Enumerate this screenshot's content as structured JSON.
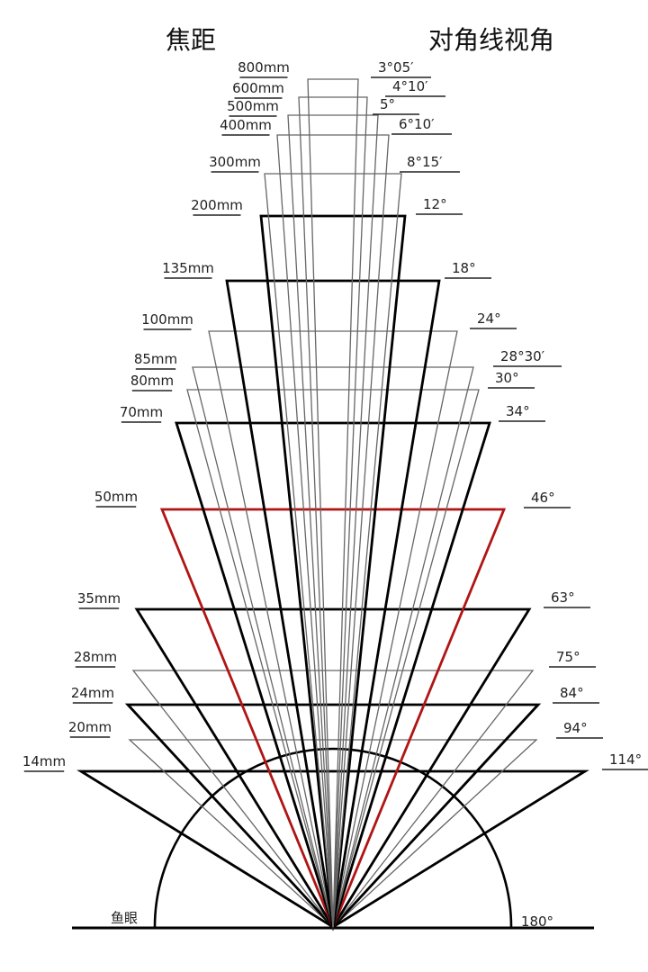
{
  "header": {
    "left_title": "焦距",
    "right_title": "对角线视角"
  },
  "lenses": [
    {
      "focal": "800mm",
      "angle": "3°05′",
      "weight": "thin",
      "color": "#666666"
    },
    {
      "focal": "600mm",
      "angle": "4°10′",
      "weight": "thin",
      "color": "#666666"
    },
    {
      "focal": "500mm",
      "angle": "5°",
      "weight": "thin",
      "color": "#666666"
    },
    {
      "focal": "400mm",
      "angle": "6°10′",
      "weight": "thin",
      "color": "#666666"
    },
    {
      "focal": "300mm",
      "angle": "8°15′",
      "weight": "thin",
      "color": "#666666"
    },
    {
      "focal": "200mm",
      "angle": "12°",
      "weight": "bold",
      "color": "#000000"
    },
    {
      "focal": "135mm",
      "angle": "18°",
      "weight": "bold",
      "color": "#000000"
    },
    {
      "focal": "100mm",
      "angle": "24°",
      "weight": "thin",
      "color": "#666666"
    },
    {
      "focal": "85mm",
      "angle": "28°30′",
      "weight": "thin",
      "color": "#666666"
    },
    {
      "focal": "80mm",
      "angle": "30°",
      "weight": "thin",
      "color": "#666666"
    },
    {
      "focal": "70mm",
      "angle": "34°",
      "weight": "bold",
      "color": "#000000"
    },
    {
      "focal": "50mm",
      "angle": "46°",
      "weight": "bold",
      "color": "#b01515"
    },
    {
      "focal": "35mm",
      "angle": "63°",
      "weight": "bold",
      "color": "#000000"
    },
    {
      "focal": "28mm",
      "angle": "75°",
      "weight": "thin",
      "color": "#666666"
    },
    {
      "focal": "24mm",
      "angle": "84°",
      "weight": "bold",
      "color": "#000000"
    },
    {
      "focal": "20mm",
      "angle": "94°",
      "weight": "thin",
      "color": "#666666"
    },
    {
      "focal": "14mm",
      "angle": "114°",
      "weight": "bold",
      "color": "#000000"
    }
  ],
  "fisheye": {
    "focal": "鱼眼",
    "angle": "180°"
  }
}
